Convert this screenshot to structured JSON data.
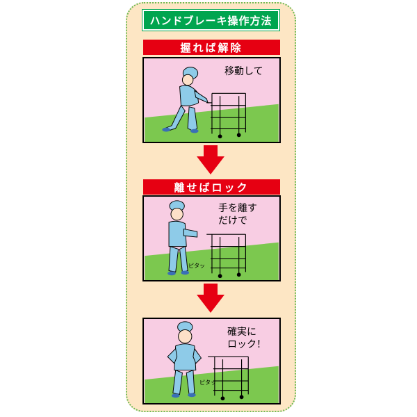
{
  "title": "ハンドブレーキ操作方法",
  "steps": [
    {
      "banner": "握れば解除",
      "caption": "移動して"
    },
    {
      "banner": "離せばロック",
      "caption": "手を離す\nだけで",
      "sound": "ピタッ"
    },
    {
      "caption": "確実に\nロック！",
      "sound": "ピタッ"
    }
  ],
  "colors": {
    "title_bg": "#00a54f",
    "banner_bg": "#e60012",
    "panel_sky": "#f8cde3",
    "panel_grass": "#7cc84f",
    "card_bg": "#fde6c4",
    "arrow": "#e60012"
  }
}
